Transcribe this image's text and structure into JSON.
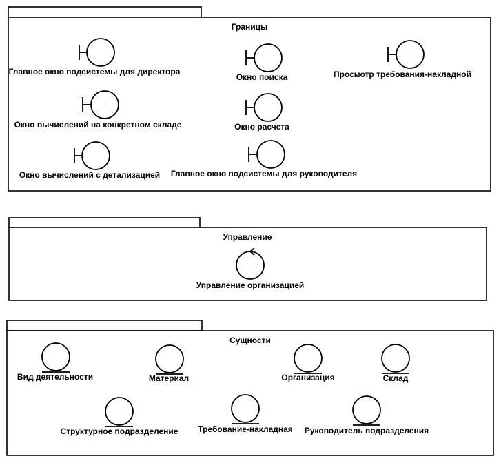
{
  "packages": [
    {
      "id": "boundaries",
      "title": "Границы",
      "items": [
        {
          "label": "Главное окно подсистемы для директора",
          "icon": "boundary-icon"
        },
        {
          "label": "Окно поиска",
          "icon": "boundary-icon"
        },
        {
          "label": "Просмотр требования-накладной",
          "icon": "boundary-icon"
        },
        {
          "label": "Окно вычислений на конкретном складе",
          "icon": "boundary-icon"
        },
        {
          "label": "Окно расчета",
          "icon": "boundary-icon"
        },
        {
          "label": "Окно вычислений с детализацией",
          "icon": "boundary-icon"
        },
        {
          "label": "Главное окно подсистемы для руководителя",
          "icon": "boundary-icon"
        }
      ]
    },
    {
      "id": "control",
      "title": "Управление",
      "items": [
        {
          "label": "Управление организацией",
          "icon": "control-icon"
        }
      ]
    },
    {
      "id": "entities",
      "title": "Сущности",
      "items": [
        {
          "label": "Вид деятельности",
          "icon": "entity-icon"
        },
        {
          "label": "Материал",
          "icon": "entity-icon"
        },
        {
          "label": "Организация",
          "icon": "entity-icon"
        },
        {
          "label": "Склад",
          "icon": "entity-icon"
        },
        {
          "label": "Структурное подразделение",
          "icon": "entity-icon"
        },
        {
          "label": "Требование-накладная",
          "icon": "entity-icon"
        },
        {
          "label": "Руководитель подразделения",
          "icon": "entity-icon"
        }
      ]
    }
  ]
}
